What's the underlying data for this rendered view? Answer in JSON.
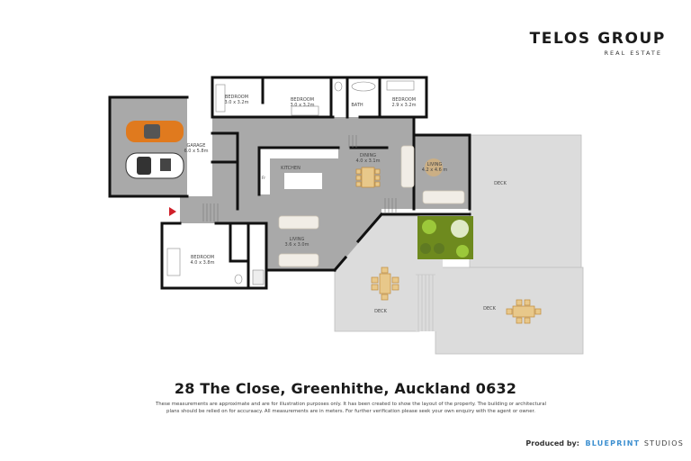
{
  "brand": {
    "name": "TELOS GROUP",
    "tagline": "REAL ESTATE"
  },
  "floorplan": {
    "rooms": [
      {
        "id": "bedroom-1",
        "name": "BEDROOM",
        "dimensions": "3.0 x 3.2m"
      },
      {
        "id": "bedroom-2",
        "name": "BEDROOM",
        "dimensions": "3.0 x 3.2m"
      },
      {
        "id": "bath",
        "name": "BATH",
        "dimensions": ""
      },
      {
        "id": "bedroom-3",
        "name": "BEDROOM",
        "dimensions": "2.9 x 3.2m"
      },
      {
        "id": "garage",
        "name": "GARAGE",
        "dimensions": "6.0 x 5.8m"
      },
      {
        "id": "kitchen",
        "name": "KITCHEN",
        "dimensions": ""
      },
      {
        "id": "dining",
        "name": "DINING",
        "dimensions": "4.0 x 3.1m"
      },
      {
        "id": "living-upper",
        "name": "LIVING",
        "dimensions": "4.2 x 4.6 m"
      },
      {
        "id": "deck-right",
        "name": "DECK",
        "dimensions": ""
      },
      {
        "id": "bedroom-4",
        "name": "BEDROOM",
        "dimensions": "4.0 x 3.8m"
      },
      {
        "id": "living-lower",
        "name": "LIVING",
        "dimensions": "3.6 x 3.0m"
      },
      {
        "id": "deck-left",
        "name": "DECK",
        "dimensions": ""
      },
      {
        "id": "deck-bottom",
        "name": "DECK",
        "dimensions": ""
      }
    ],
    "fridge_label": "Fr",
    "colors": {
      "wall": "#111111",
      "interior_floor": "#a9a9a9",
      "white_floor": "#ffffff",
      "deck": "#dcdcdc",
      "garden": "#6e8a1e",
      "entry_marker": "#d0202a",
      "car_orange": "#e07a1e",
      "furniture_wood": "#d9a55a",
      "sofa": "#f1ede6"
    }
  },
  "footer": {
    "address": "28 The Close, Greenhithe, Auckland 0632",
    "disclaimer_line1": "These measurements are approximate and are for illustration purposes only. It has been created to show the layout of the property. The building or architectural",
    "disclaimer_line2": "plans should be relied on for accuraacy. All measurements are in meters. For further verification please seek your own enquiry with the agent or owner.",
    "producer_label": "Produced by:",
    "producer_brand": "BLUEPRINT",
    "producer_studio": "STUDIOS",
    "producer_brand_color": "#3c8fd0"
  }
}
